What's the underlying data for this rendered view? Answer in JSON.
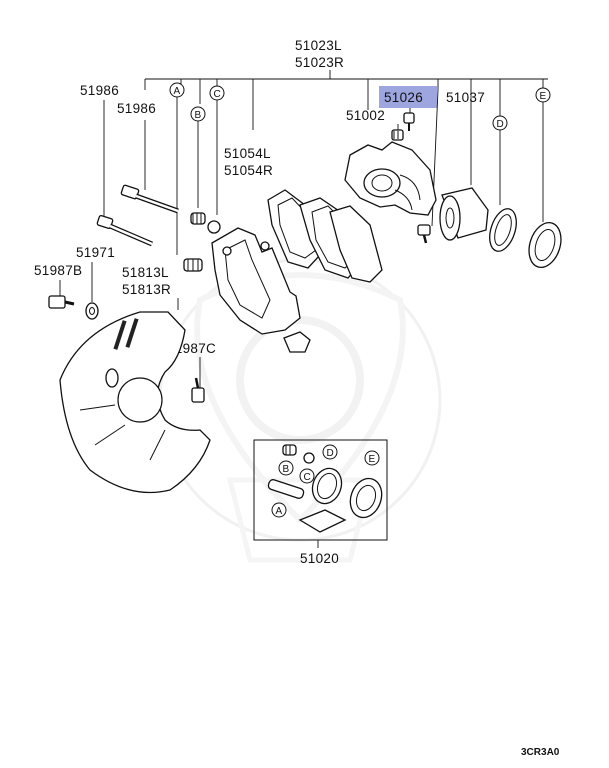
{
  "labels": {
    "caliper_assembly_left": "51023L",
    "caliper_assembly_right": "51023R",
    "guide_pin_a": "51986",
    "guide_pin_b": "51986",
    "boot": "51971",
    "bleeder_bolt": "51987B",
    "bracket_left": "51813L",
    "bracket_right": "51813R",
    "shim_left": "51054L",
    "shim_right": "51054R",
    "bleeder_screw": "51026",
    "cap": "51002",
    "piston": "51037",
    "mount_bolt": "51987C",
    "seal_kit": "51020",
    "diagram_code": "3CR3A0"
  },
  "callouts": {
    "a": "A",
    "b": "B",
    "c": "C",
    "d": "D",
    "e": "E"
  },
  "colors": {
    "highlight": "#9ea6e0",
    "ink": "#111111",
    "watermark": "#e6e6e6"
  }
}
